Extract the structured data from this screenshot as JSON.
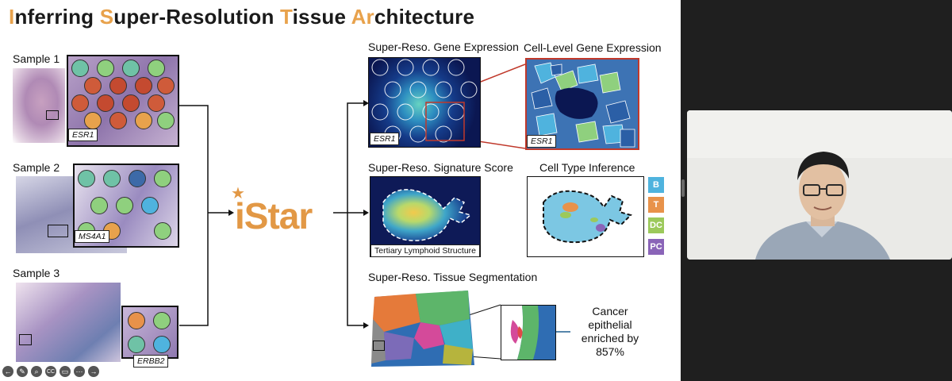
{
  "slide": {
    "title_parts": [
      "I",
      "nferring ",
      "S",
      "uper-Resolution ",
      "T",
      "issue ",
      "Ar",
      "chitecture"
    ],
    "samples": [
      "Sample 1",
      "Sample 2",
      "Sample 3"
    ],
    "gene_tags": [
      "ESR1",
      "MS4A1",
      "ERBB2"
    ],
    "brand": "iStar",
    "panels": {
      "gene_expression": "Super-Reso. Gene Expression",
      "cell_level": "Cell-Level Gene Expression",
      "signature_score": "Super-Reso. Signature Score",
      "cell_type": "Cell Type Inference",
      "segmentation": "Super-Reso. Tissue Segmentation"
    },
    "panel_tags": {
      "gene_expression": "ESR1",
      "cell_level": "ESR1",
      "signature_score": "Tertiary Lymphoid Structure"
    },
    "legend": [
      {
        "label": "B",
        "color": "#4fb3de"
      },
      {
        "label": "T",
        "color": "#e8924a"
      },
      {
        "label": "DC",
        "color": "#9cc95b"
      },
      {
        "label": "PC",
        "color": "#8a64b8"
      }
    ],
    "callout": "Cancer epithelial enriched by 857%"
  },
  "toolbar": {
    "icons": [
      "back-icon",
      "pen-icon",
      "zoom-icon",
      "captions-icon",
      "slides-icon",
      "more-icon",
      "forward-icon"
    ],
    "glyphs": [
      "←",
      "✎",
      "⌕",
      "CC",
      "▭",
      "⋯",
      "→"
    ]
  },
  "webcam": {
    "present": true
  }
}
